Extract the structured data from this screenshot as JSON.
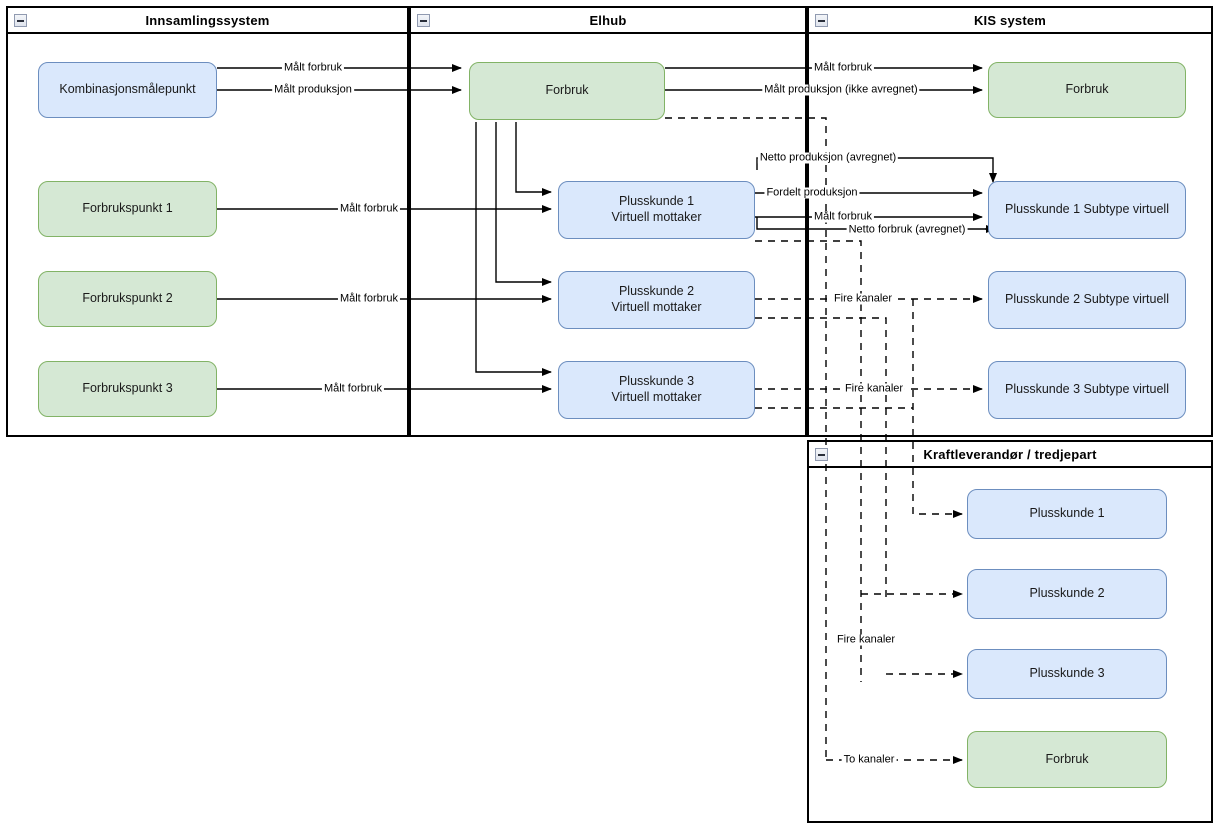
{
  "diagram": {
    "title": "Elhub plusskunde dataflyt",
    "colors": {
      "blue_fill": "#dae8fc",
      "blue_stroke": "#6c8ebf",
      "green_fill": "#d5e8d4",
      "green_stroke": "#82b366",
      "line": "#000000",
      "pool_border": "#000000"
    }
  },
  "pools": [
    {
      "id": "innsamlingssystem",
      "title": "Innsamlingssystem",
      "icon": "collapse-minus-icon"
    },
    {
      "id": "elhub",
      "title": "Elhub",
      "icon": "collapse-minus-icon"
    },
    {
      "id": "kis",
      "title": "KIS system",
      "icon": "collapse-minus-icon"
    },
    {
      "id": "kraftleverandor",
      "title": "Kraftleverandør / tredjepart",
      "icon": "collapse-minus-icon"
    }
  ],
  "nodes": {
    "kombinasjonsmalepunkt": "Kombinasjonsmålepunkt",
    "forbrukspunkt1": "Forbrukspunkt 1",
    "forbrukspunkt2": "Forbrukspunkt 2",
    "forbrukspunkt3": "Forbrukspunkt 3",
    "elhub_forbruk": "Forbruk",
    "elhub_plusskunde1_l1": "Plusskunde 1",
    "elhub_plusskunde1_l2": "Virtuell mottaker",
    "elhub_plusskunde2_l1": "Plusskunde 2",
    "elhub_plusskunde2_l2": "Virtuell mottaker",
    "elhub_plusskunde3_l1": "Plusskunde 3",
    "elhub_plusskunde3_l2": "Virtuell mottaker",
    "kis_forbruk": "Forbruk",
    "kis_plusskunde1": "Plusskunde 1 Subtype virtuell",
    "kis_plusskunde2": "Plusskunde 2 Subtype virtuell",
    "kis_plusskunde3": "Plusskunde 3 Subtype virtuell",
    "kl_plusskunde1": "Plusskunde 1",
    "kl_plusskunde2": "Plusskunde 2",
    "kl_plusskunde3": "Plusskunde 3",
    "kl_forbruk": "Forbruk"
  },
  "edge_labels": {
    "malt_forbruk_a": "Målt forbruk",
    "malt_produksjon": "Målt produksjon",
    "malt_forbruk_fp1": "Målt forbruk",
    "malt_forbruk_fp2": "Målt forbruk",
    "malt_forbruk_fp3": "Målt forbruk",
    "malt_forbruk_kis": "Målt forbruk",
    "malt_produksjon_ikke_avregnet": "Målt produksjon (ikke avregnet)",
    "netto_produksjon_avregnet": "Netto produksjon (avregnet)",
    "fordelt_produksjon": "Fordelt produksjon",
    "malt_forbruk_pk1": "Målt forbruk",
    "netto_forbruk_avregnet": "Netto forbruk (avregnet)",
    "fire_kanaler_pk2": "Fire kanaler",
    "fire_kanaler_pk3": "Fire kanaler",
    "fire_kanaler_kl": "Fire kanaler",
    "to_kanaler": "To kanaler"
  }
}
